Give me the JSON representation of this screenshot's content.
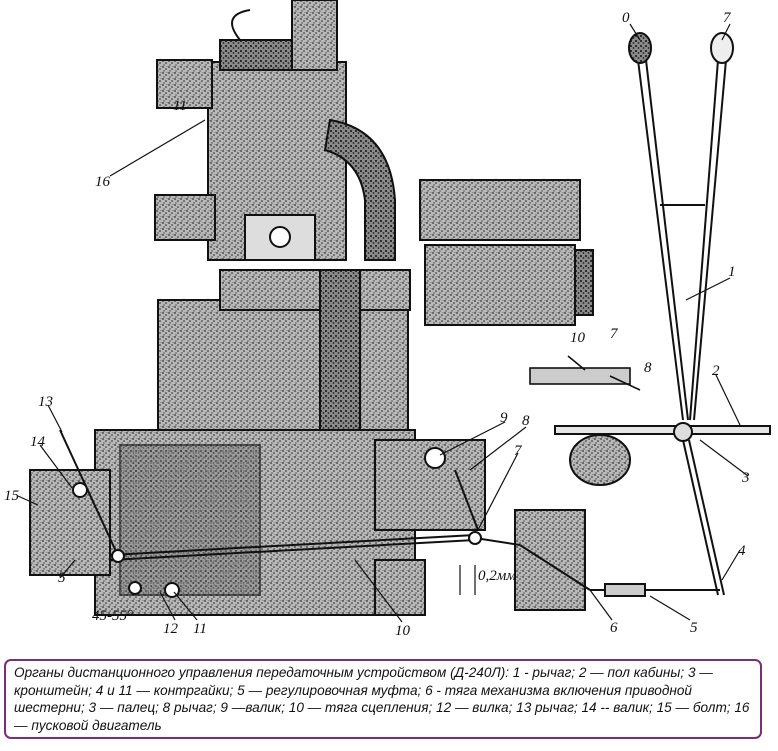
{
  "diagram": {
    "callouts": {
      "c0": "0",
      "c1": "1",
      "c2": "2",
      "c3": "3",
      "c4": "4",
      "c5": "5",
      "c6": "6",
      "c7a": "7",
      "c7b": "7",
      "c8": "8",
      "c9": "9",
      "c10a": "10",
      "c10b": "10",
      "c11a": "11",
      "c11b": "11",
      "c12": "12",
      "c13": "13",
      "c14": "14",
      "c15": "15",
      "c16": "16"
    },
    "dimensions": {
      "gap": "0,2мм",
      "angle": "45-55°"
    }
  },
  "caption": {
    "text": "Органы дистанционного управления передаточным устройством (Д-240Л): 1 - рычаг; 2 — пол кабины; 3 — кронштейн; 4 и 11 — контргайки; 5 — регулировочная муфта; 6 - тяга механизма включения приводной шестерни; 3 — палец; 8 рычаг; 9 —валик; 10 — тяга сцепления; 12 — вилка; 13 рычаг; 14 -- валик; 15 — болт; 16— пусковой двигатель"
  }
}
